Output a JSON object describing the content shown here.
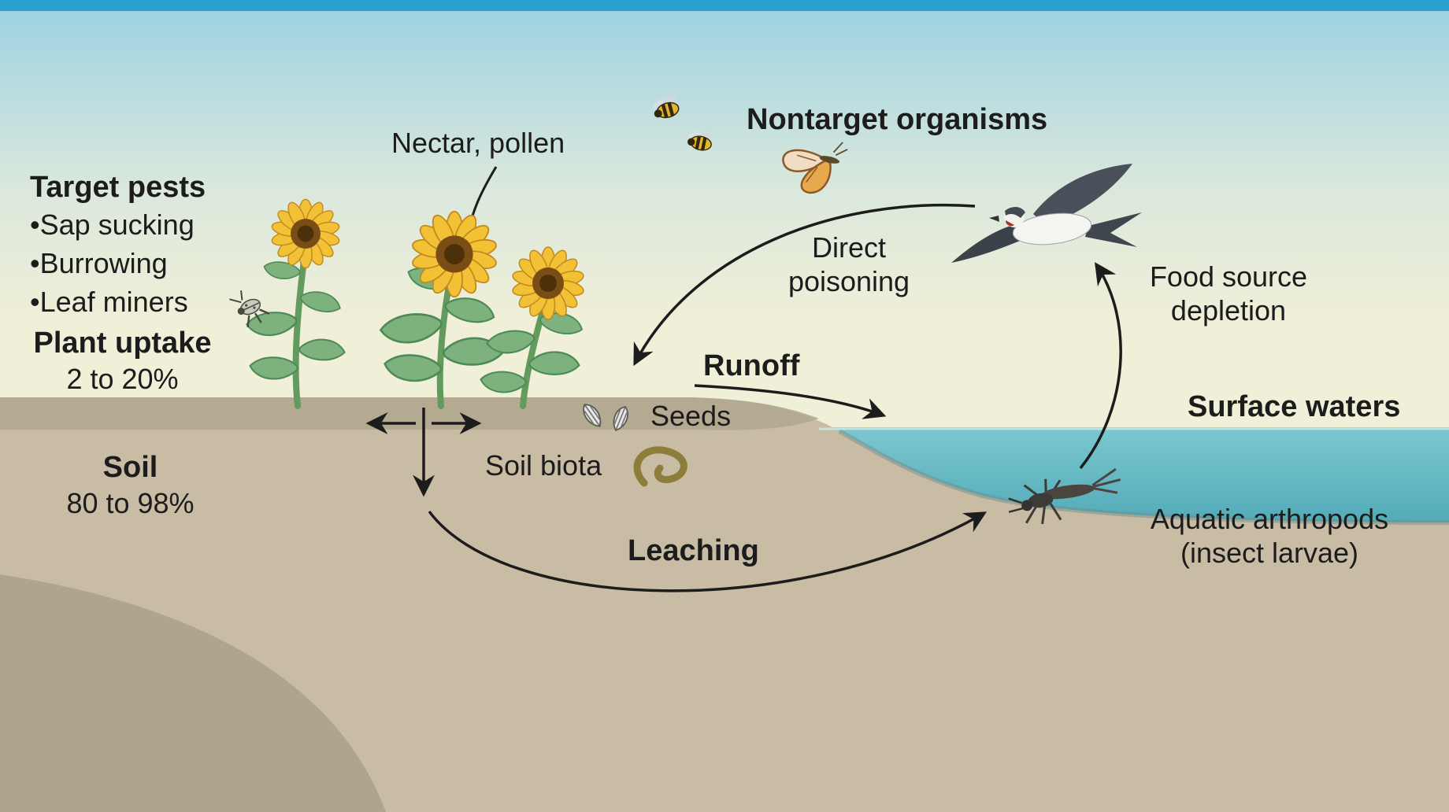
{
  "colors": {
    "sky_top": "#2b9fd2",
    "sky_light": "#9fd2e2",
    "sky_mid": "#dbe8dc",
    "sky_cream": "#f0efd8",
    "water_top": "#7cc7cf",
    "water_deep": "#4aa3b2",
    "soil": "#c8bca4",
    "soil_band": "#b0a68e",
    "soil_shadow": "#a79d86",
    "ink": "#1c1c1c",
    "petal": "#f2c136",
    "flower_center": "#7a4c16",
    "leaf_green": "#7db27f",
    "stem_green": "#639a5e",
    "worm": "#8d7d3a"
  },
  "labels": {
    "nectar_pollen": "Nectar, pollen",
    "nontarget_organisms": "Nontarget organisms",
    "target_pests_title": "Target pests",
    "target_pests_items": [
      "•Sap sucking",
      "•Burrowing",
      "•Leaf miners"
    ],
    "plant_uptake_title": "Plant uptake",
    "plant_uptake_value": "2 to 20%",
    "runoff": "Runoff",
    "seeds": "Seeds",
    "soil_biota": "Soil biota",
    "surface_waters": "Surface waters",
    "soil_title": "Soil",
    "soil_value": "80 to 98%",
    "leaching": "Leaching",
    "direct_poisoning_line1": "Direct",
    "direct_poisoning_line2": "poisoning",
    "food_source_line1": "Food source",
    "food_source_line2": "depletion",
    "aquatic_line1": "Aquatic arthropods",
    "aquatic_line2": "(insect larvae)"
  },
  "icons": {
    "bee": "bee-icon",
    "butterfly": "butterfly-icon",
    "bird": "swallow-icon",
    "beetle": "beetle-icon",
    "sunflower": "sunflower-plant",
    "seed": "seed-icon",
    "worm": "worm-icon",
    "larva": "aquatic-larva-icon"
  }
}
